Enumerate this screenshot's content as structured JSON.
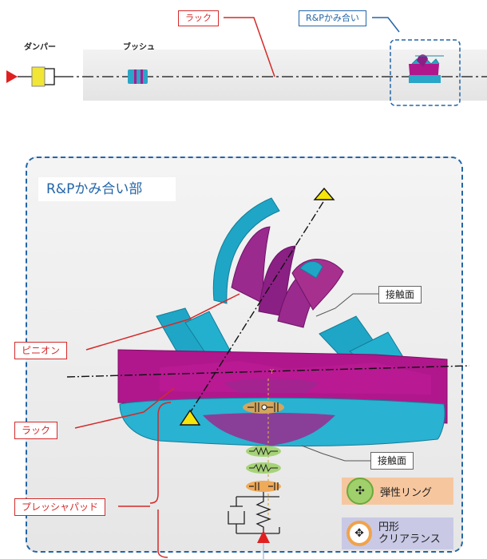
{
  "top": {
    "damper_label": "ダンパー",
    "bush_label": "ブッシュ",
    "rack_label": "ラック",
    "mesh_label": "R&Pかみ合い"
  },
  "panel": {
    "title": "R&Pかみ合い部",
    "pinion_label": "ピニオン",
    "rack_label": "ラック",
    "pressure_pad_label": "プレッシャパッド",
    "contact_surface_top": "接触面",
    "contact_surface_bottom": "接触面"
  },
  "legend": {
    "elastic_ring": "弾性リング",
    "circular_clearance_line1": "円形",
    "circular_clearance_line2": "クリアランス"
  },
  "colors": {
    "label_red": "#d42a2a",
    "label_blue": "#2265a8",
    "rack_magenta": "#b0178c",
    "pinion_cyan": "#1fa6c6",
    "elastic_ring_bg": "#f6c79f",
    "clearance_bg": "#c9c9e6"
  }
}
